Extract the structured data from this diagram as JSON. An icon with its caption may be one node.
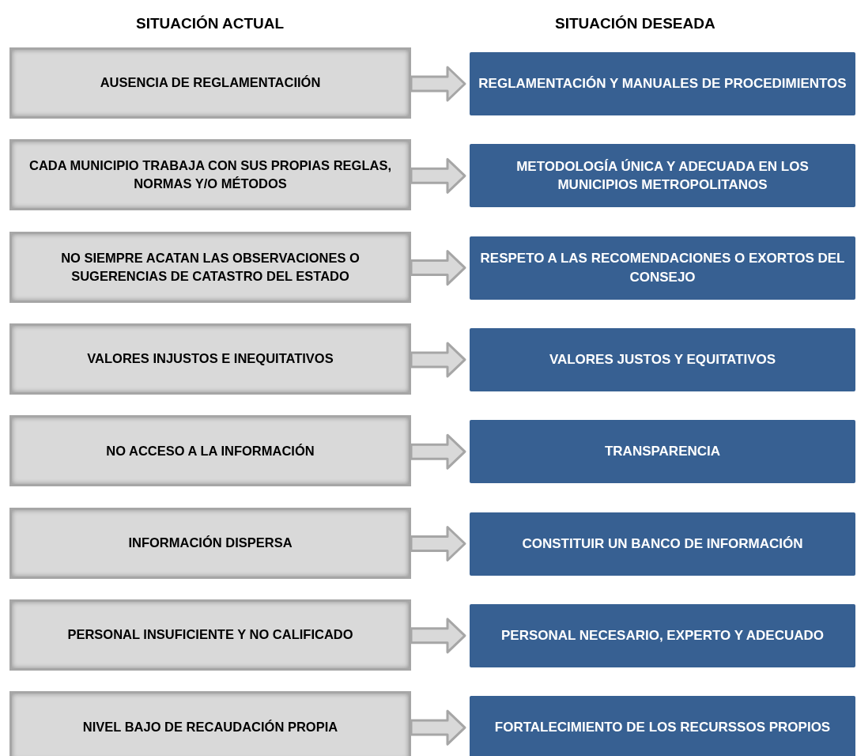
{
  "diagram": {
    "nodes": [
      {
        "text": [
          "AUSENCIA DE REGLAMENTACIIÓN"
        ]
      },
      {
        "text": [
          "REGLAMENTACIÓN Y MANUALES DE PROCEDIMIENTOS"
        ]
      },
      {
        "text": [
          "CADA MUNICIPIO TRABAJA CON SUS PROPIAS REGLAS, NORMAS Y/O MÉTODOS"
        ]
      },
      {
        "text": [
          "METODOLOGÍA ÚNICA Y ADECUADA EN LOS MUNICIPIOS METROPOLITANOS"
        ]
      },
      {
        "text": [
          "NO SIEMPRE ACATAN LAS OBSERVACIONES O SUGERENCIAS DE CATASTRO DEL ESTADO"
        ]
      },
      {
        "text": [
          "RESPETO A LAS RECOMENDACIONES O EXORTOS DEL CONSEJO"
        ]
      },
      {
        "text": [
          "VALORES INJUSTOS E INEQUITATIVOS"
        ]
      },
      {
        "text": [
          "VALORES JUSTOS Y EQUITATIVOS"
        ]
      },
      {
        "text": [
          "NO ACCESO A LA INFORMACIÓN"
        ]
      },
      {
        "text": [
          "TRANSPARENCIA"
        ]
      },
      {
        "text": [
          "INFORMACIÓN DISPERSA"
        ]
      },
      {
        "text": [
          "CONSTITUIR UN BANCO DE INFORMACIÓN"
        ]
      },
      {
        "text": [
          "PERSONAL INSUFICIENTE Y NO CALIFICADO"
        ]
      },
      {
        "text": [
          "PERSONAL NECESARIO, EXPERTO Y ADECUADO"
        ]
      },
      {
        "text": [
          "NIVEL BAJO DE RECAUDACIÓN PROPIA"
        ]
      },
      {
        "text": [
          "FORTALECIMIENTO DE LOS RECURSSOS PROPIOS"
        ]
      }
    ],
    "edges": [
      {
        "from": 0,
        "to": 1,
        "arrow": "to"
      },
      {
        "from": 2,
        "to": 3,
        "arrow": "to"
      },
      {
        "from": 4,
        "to": 5,
        "arrow": "to"
      },
      {
        "from": 6,
        "to": 7,
        "arrow": "to"
      },
      {
        "from": 8,
        "to": 9,
        "arrow": "to"
      },
      {
        "from": 10,
        "to": 11,
        "arrow": "to"
      },
      {
        "from": 12,
        "to": 13,
        "arrow": "to"
      },
      {
        "from": 14,
        "to": 15,
        "arrow": "to"
      }
    ],
    "labels": [
      "SITUACIÓN ACTUAL",
      "SITUACIÓN DESEADA"
    ]
  }
}
